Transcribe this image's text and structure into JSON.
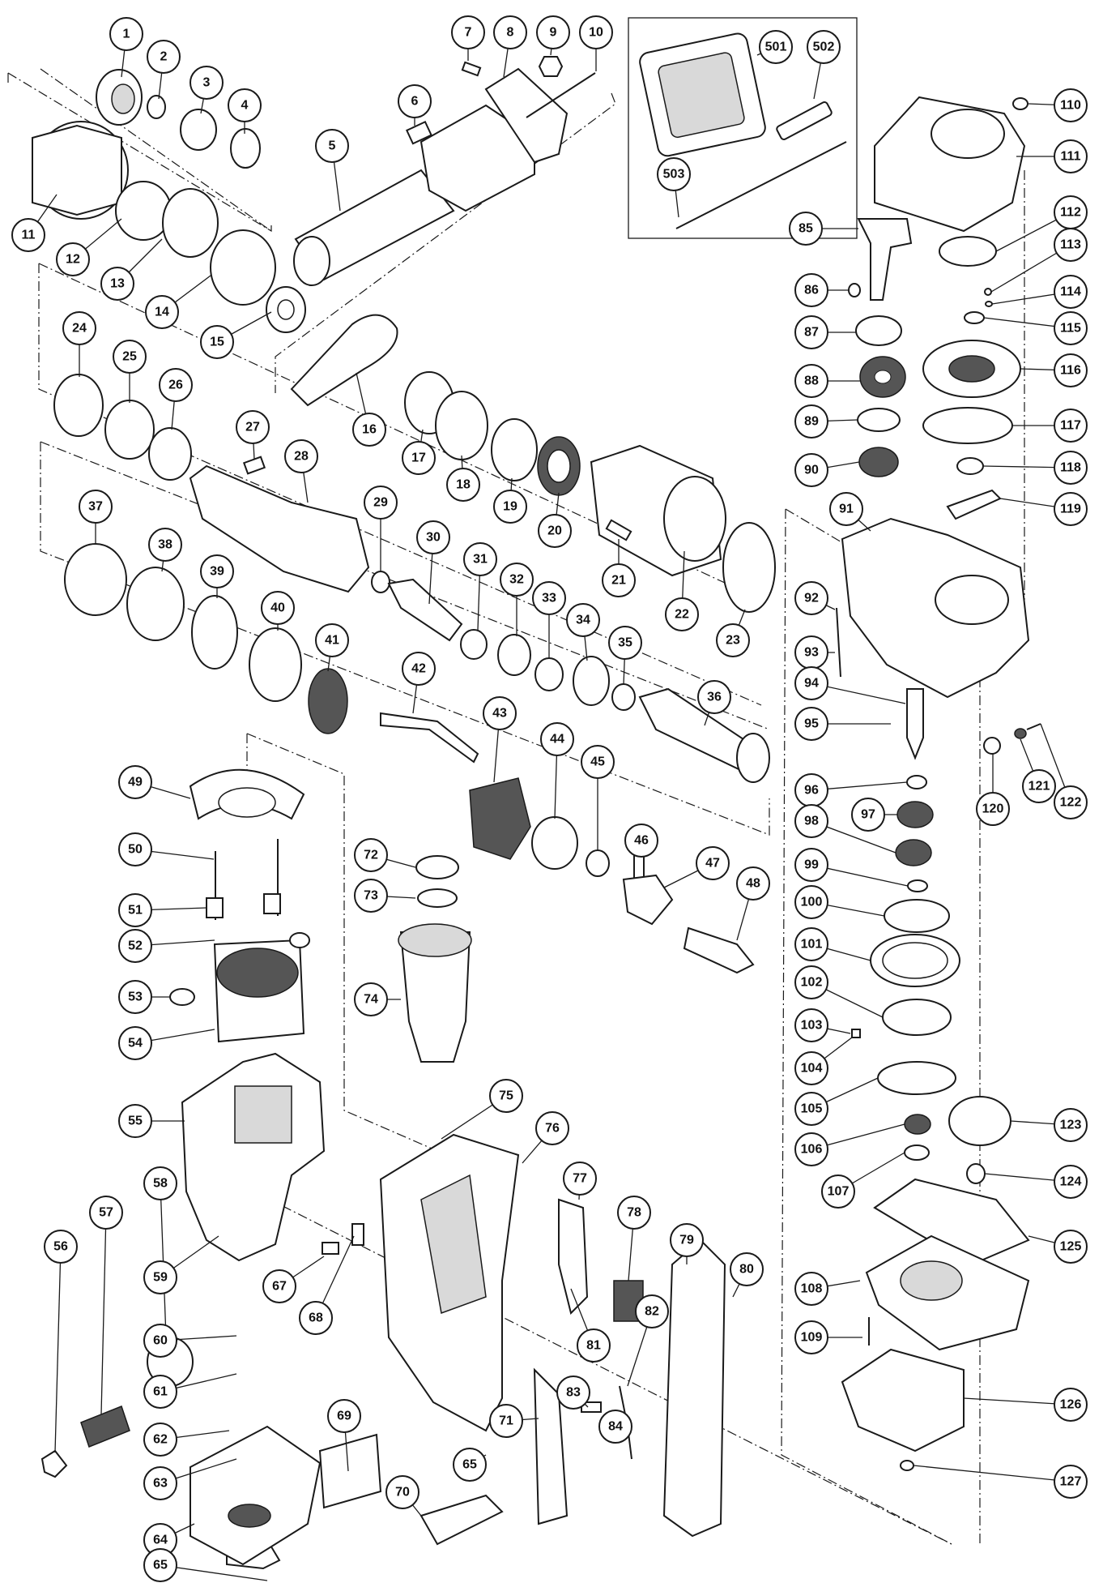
{
  "diagram": {
    "type": "exploded-parts-view",
    "colors": {
      "line": "#1a1a1a",
      "background": "#ffffff",
      "callout_fill": "#ffffff"
    },
    "callouts": [
      "1",
      "2",
      "3",
      "4",
      "5",
      "6",
      "7",
      "8",
      "9",
      "10",
      "11",
      "12",
      "13",
      "14",
      "15",
      "16",
      "17",
      "18",
      "19",
      "20",
      "21",
      "22",
      "23",
      "24",
      "25",
      "26",
      "27",
      "28",
      "29",
      "30",
      "31",
      "32",
      "33",
      "34",
      "35",
      "36",
      "37",
      "38",
      "39",
      "40",
      "41",
      "42",
      "43",
      "44",
      "45",
      "46",
      "47",
      "48",
      "49",
      "50",
      "51",
      "52",
      "53",
      "54",
      "55",
      "56",
      "57",
      "58",
      "59",
      "60",
      "61",
      "62",
      "63",
      "64",
      "65",
      "65",
      "67",
      "68",
      "69",
      "70",
      "71",
      "72",
      "73",
      "74",
      "75",
      "76",
      "77",
      "78",
      "79",
      "80",
      "81",
      "82",
      "83",
      "84",
      "85",
      "86",
      "87",
      "88",
      "89",
      "90",
      "91",
      "92",
      "93",
      "94",
      "95",
      "96",
      "97",
      "98",
      "99",
      "100",
      "101",
      "102",
      "103",
      "104",
      "105",
      "106",
      "107",
      "108",
      "109",
      "110",
      "111",
      "112",
      "113",
      "114",
      "115",
      "116",
      "117",
      "118",
      "119",
      "120",
      "121",
      "122",
      "123",
      "124",
      "125",
      "126",
      "127",
      "501",
      "502",
      "503"
    ]
  }
}
